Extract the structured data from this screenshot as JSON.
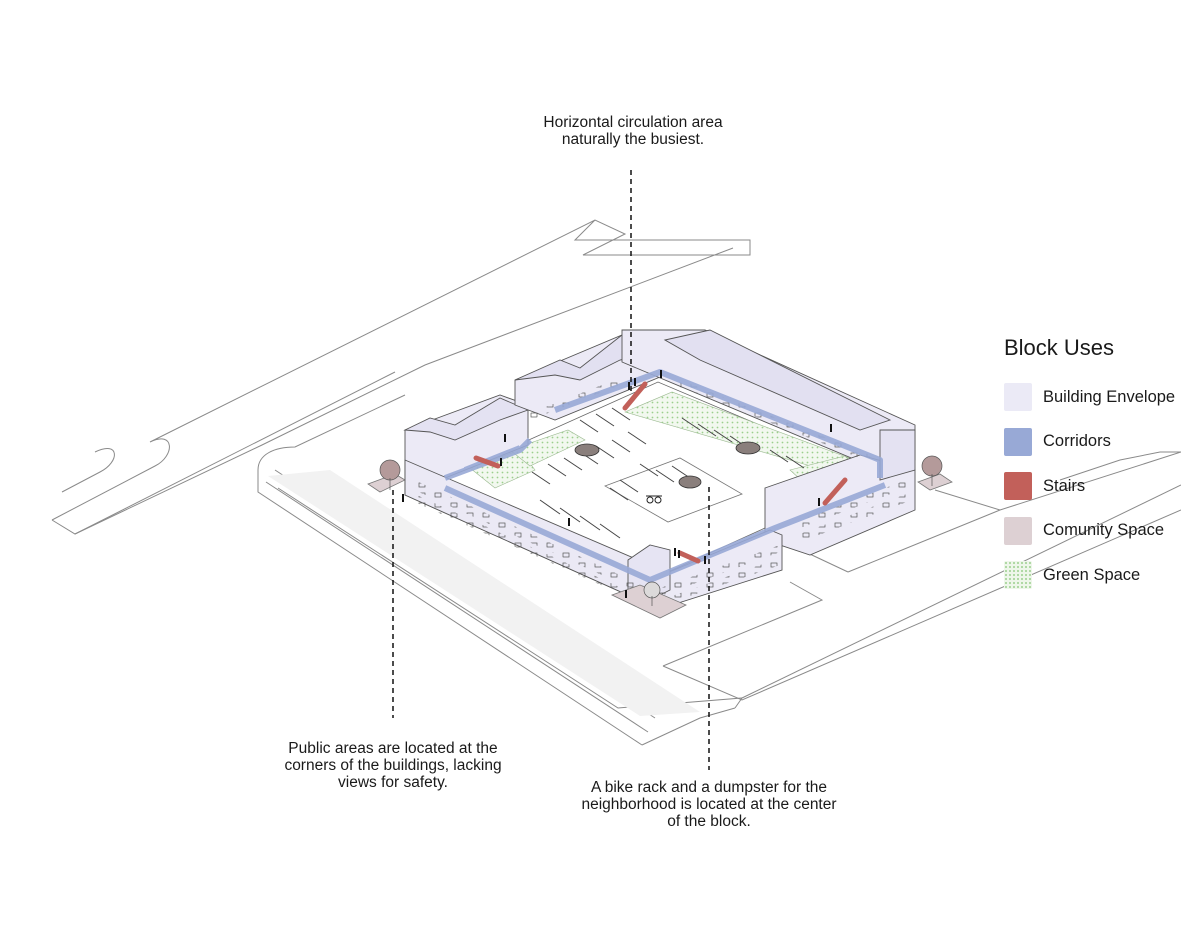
{
  "annotations": {
    "top": [
      "Horizontal circulation area",
      "naturally the busiest."
    ],
    "left": [
      "Public areas are located at the",
      "corners of the buildings, lacking",
      "views for safety."
    ],
    "bottom": [
      "A bike rack and a dumpster for the",
      "neighborhood is located at the center",
      "of the block."
    ]
  },
  "legend": {
    "title": "Block Uses",
    "items": [
      {
        "label": "Building Envelope",
        "color": "#ebeaf6"
      },
      {
        "label": "Corridors",
        "color": "#98a9d6"
      },
      {
        "label": "Stairs",
        "color": "#c2605a"
      },
      {
        "label": "Comunity Space",
        "color": "#ddd0d3"
      },
      {
        "label": "Green Space",
        "color": "#eef6ea"
      }
    ]
  }
}
